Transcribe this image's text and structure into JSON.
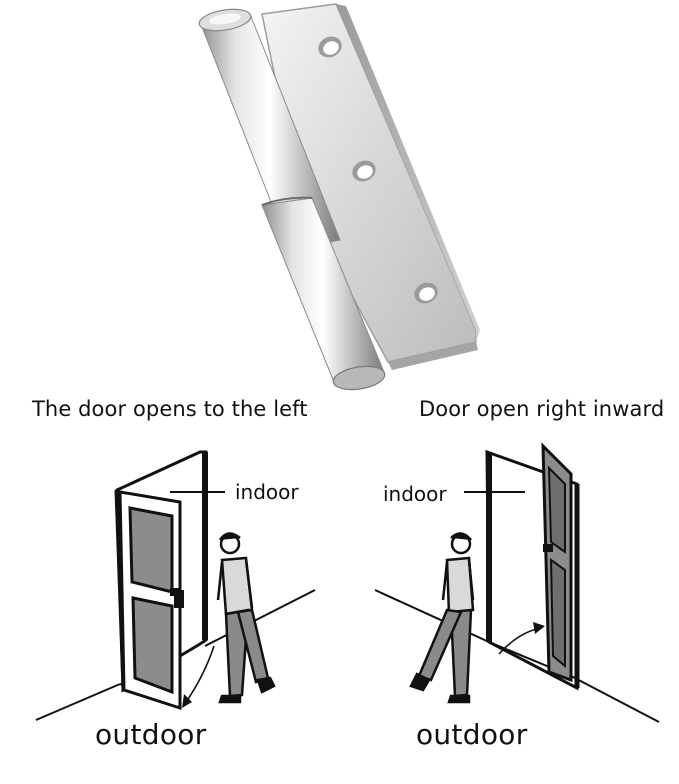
{
  "captions": {
    "left": "The door opens to the left",
    "right": "Door open right inward"
  },
  "left_diagram": {
    "indoor_label": "indoor",
    "outdoor_label": "outdoor"
  },
  "right_diagram": {
    "indoor_label": "indoor",
    "outdoor_label": "outdoor"
  },
  "colors": {
    "steel_light": "#f2f2f2",
    "steel_mid": "#c9c9c9",
    "steel_dark": "#8a8a8a",
    "door_panel": "#8c8c8c",
    "line": "#111111"
  }
}
